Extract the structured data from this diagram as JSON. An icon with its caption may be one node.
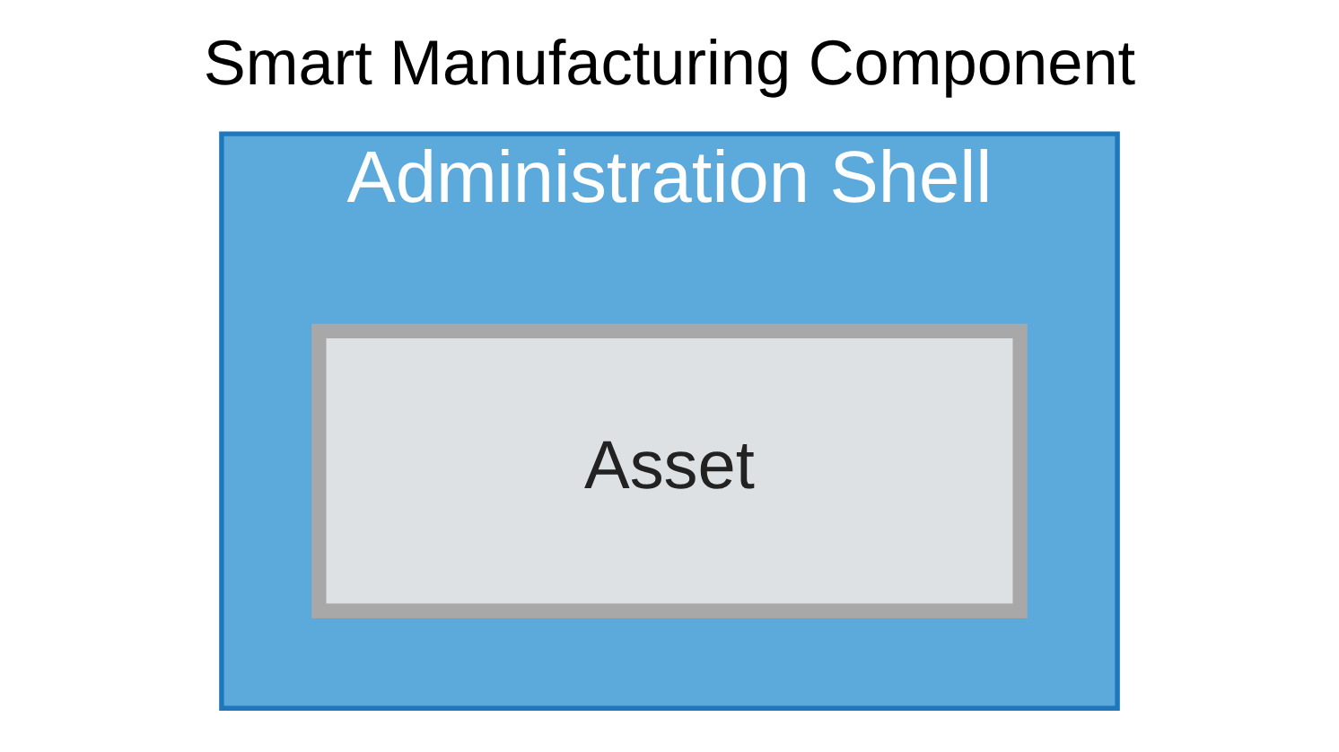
{
  "diagram": {
    "title": "Smart Manufacturing Component",
    "nodes": [
      {
        "text": [
          "Administration Shell"
        ]
      },
      {
        "text": [
          "Asset"
        ],
        "in": 0
      }
    ],
    "edges": []
  }
}
